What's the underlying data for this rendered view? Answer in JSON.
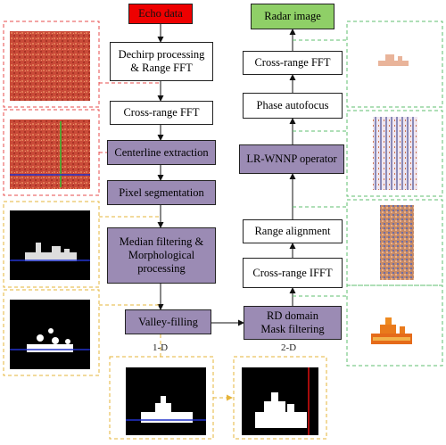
{
  "colors": {
    "purple": "#9b8bb4",
    "red_border": "#e74b4b",
    "green_border": "#5fbf6f",
    "yellow_border": "#e6b43a",
    "start_red": "#ee0000",
    "end_green": "#8fcf67",
    "blue_line": "#2233cc"
  },
  "left_flow": {
    "echo_data": "Echo data",
    "dechirp_line1": "Dechirp  processing",
    "dechirp_line2": "& Range FFT",
    "cross_range_fft": "Cross-range FFT",
    "centerline": "Centerline extraction",
    "pixel_seg": "Pixel segmentation",
    "median_line1": "Median filtering &",
    "median_line2": "Morphological",
    "median_line3": "processing",
    "valley": "Valley-filling"
  },
  "right_flow": {
    "radar_image": "Radar image",
    "cross_range_fft": "Cross-range FFT",
    "phase_autofocus": "Phase autofocus",
    "lr_wnnp": "LR-WNNP operator",
    "range_alignment": "Range alignment",
    "cross_range_ifft": "Cross-range IFFT",
    "rd_line1": "RD domain",
    "rd_line2": "Mask filtering"
  },
  "labels": {
    "one_d": "1-D",
    "two_d": "2-D"
  },
  "icons": {
    "arrow": "arrowhead-down"
  }
}
